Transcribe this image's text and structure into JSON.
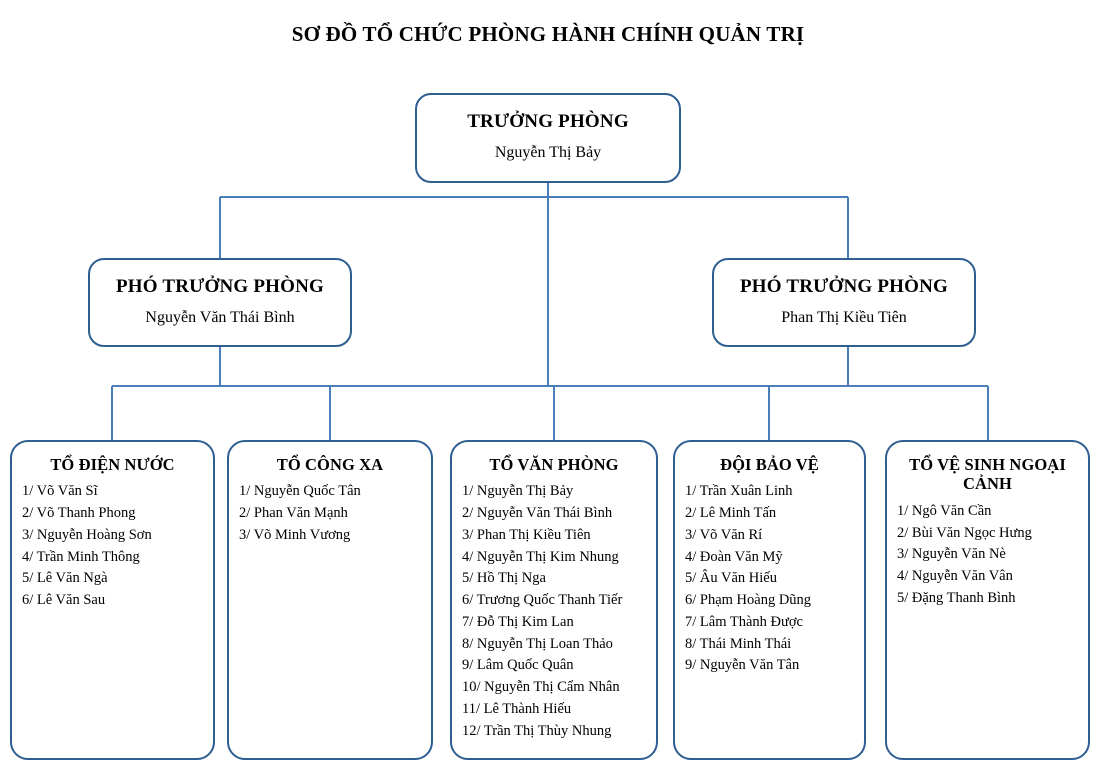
{
  "chart": {
    "title": "SƠ ĐỒ TỔ CHỨC PHÒNG HÀNH CHÍNH QUẢN TRỊ",
    "colors": {
      "box_border": "#2F5E91",
      "connector_line": "#4A7EBB",
      "background": "#FFFFFF",
      "text": "#000000"
    }
  },
  "head": {
    "title": "TRƯỞNG PHÒNG",
    "name": "Nguyễn Thị Bảy"
  },
  "deputies": [
    {
      "title": "PHÓ TRƯỞNG PHÒNG",
      "name": "Nguyễn Văn Thái Bình"
    },
    {
      "title": "PHÓ TRƯỞNG PHÒNG",
      "name": "Phan Thị Kiều Tiên"
    }
  ],
  "teams": [
    {
      "title": "TỔ ĐIỆN NƯỚC",
      "members": [
        "1/ Võ Văn Sĩ",
        "2/ Võ Thanh Phong",
        "3/ Nguyễn Hoàng Sơn",
        "4/ Trần Minh Thông",
        "5/ Lê Văn Ngà",
        "6/ Lê Văn Sau"
      ]
    },
    {
      "title": "TỔ CÔNG XA",
      "members": [
        "1/ Nguyễn Quốc Tân",
        "2/ Phan Văn Mạnh",
        "3/ Võ Minh Vương"
      ]
    },
    {
      "title": "TỔ VĂN PHÒNG",
      "members": [
        "1/ Nguyễn Thị Bảy",
        "2/ Nguyễn Văn Thái Bình",
        "3/ Phan Thị Kiều Tiên",
        "4/ Nguyễn Thị Kim Nhung",
        "5/ Hồ Thị Nga",
        "6/ Trương Quốc Thanh Tiếr",
        "7/ Đỗ Thị Kim Lan",
        "8/ Nguyễn Thị Loan Thảo",
        "9/ Lâm Quốc Quân",
        "10/ Nguyễn Thị Cẩm Nhân",
        "11/ Lê Thành Hiếu",
        "12/ Trần Thị Thùy Nhung"
      ]
    },
    {
      "title": "ĐỘI BẢO VỆ",
      "members": [
        "1/ Trần Xuân Linh",
        "2/ Lê Minh Tấn",
        "3/ Võ Văn Rí",
        "4/ Đoàn Văn Mỹ",
        "5/ Âu Văn Hiếu",
        "6/ Phạm Hoàng Dũng",
        "7/ Lâm Thành Được",
        "8/ Thái Minh Thái",
        "9/ Nguyễn Văn Tân"
      ]
    },
    {
      "title": "TỔ VỆ SINH NGOẠI CẢNH",
      "members": [
        "1/ Ngô Văn Cần",
        "2/ Bùi Văn Ngọc Hưng",
        "3/ Nguyễn Văn Nè",
        "4/ Nguyễn Văn Vân",
        "5/ Đặng Thanh Bình"
      ]
    }
  ]
}
